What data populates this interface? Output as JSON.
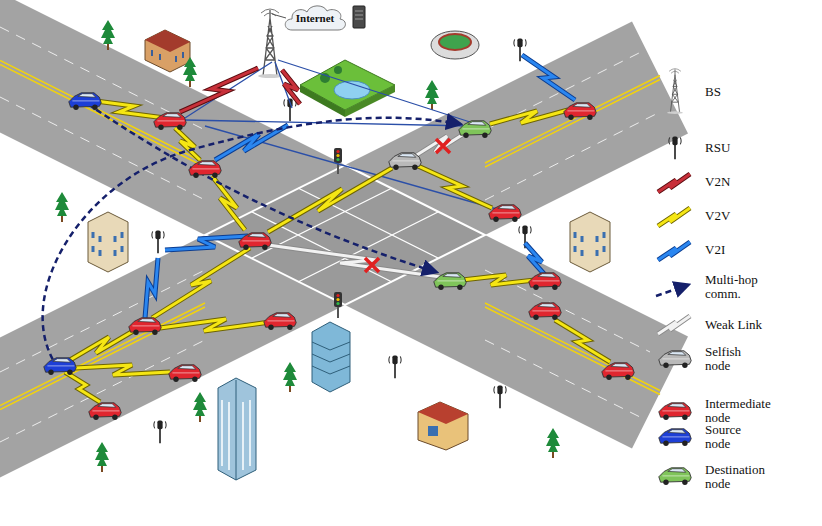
{
  "diagram": {
    "nodes": [
      {
        "text": [
          "Internet"
        ]
      }
    ],
    "legend": [
      {
        "text": "BS"
      },
      {
        "text": "RSU"
      },
      {
        "text": "V2N"
      },
      {
        "text": "V2V"
      },
      {
        "text": "V2I"
      },
      {
        "text": "Multi-hop comm."
      },
      {
        "text": "Weak Link"
      },
      {
        "text": "Selfish node"
      },
      {
        "text": "Intermediate node"
      },
      {
        "text": "Source node"
      },
      {
        "text": "Destination node"
      }
    ]
  }
}
